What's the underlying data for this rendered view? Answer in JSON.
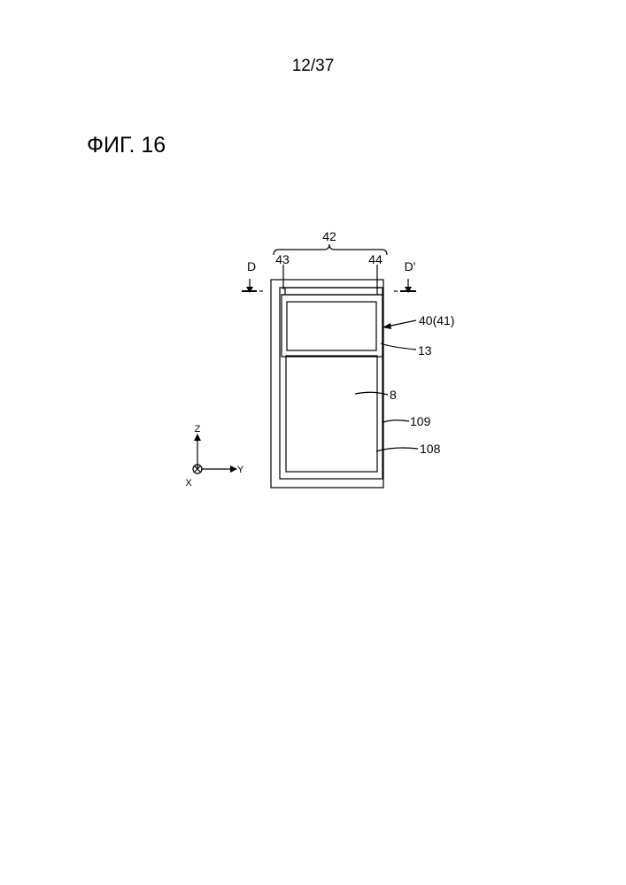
{
  "page_number": "12/37",
  "figure_title": "ФИГ. 16",
  "labels": {
    "l42": "42",
    "l43": "43",
    "l44": "44",
    "lD": "D",
    "lDprime": "D'",
    "l40": "40(41)",
    "l13": "13",
    "l8": "8",
    "l109": "109",
    "l108": "108"
  },
  "axes": {
    "z": "Z",
    "y": "Y",
    "x": "X"
  }
}
